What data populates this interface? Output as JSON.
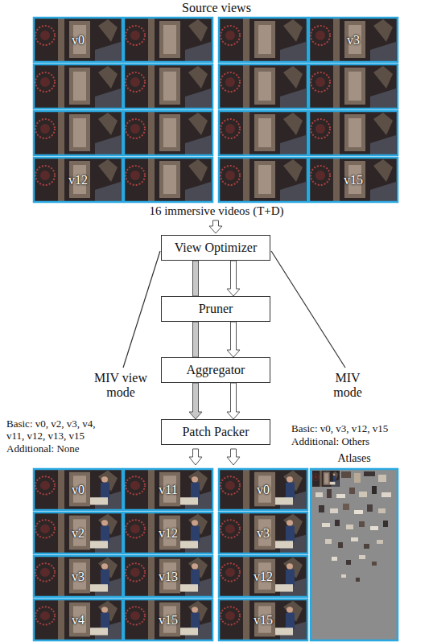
{
  "diagram": {
    "nodes": [
      {
        "text": [
          "v0"
        ]
      },
      {
        "text": [
          "v3"
        ]
      },
      {
        "text": [
          "v12"
        ]
      },
      {
        "text": [
          "v15"
        ]
      },
      {
        "text": [
          "View Optimizer"
        ]
      },
      {
        "text": [
          "Pruner"
        ]
      },
      {
        "text": [
          "Aggregator"
        ]
      },
      {
        "text": [
          "Patch Packer"
        ]
      },
      {
        "text": [
          "v0"
        ]
      },
      {
        "text": [
          "v2"
        ]
      },
      {
        "text": [
          "v3"
        ]
      },
      {
        "text": [
          "v4"
        ]
      },
      {
        "text": [
          "v11"
        ]
      },
      {
        "text": [
          "v12"
        ]
      },
      {
        "text": [
          "v13"
        ]
      },
      {
        "text": [
          "v15"
        ]
      },
      {
        "text": [
          "v0"
        ]
      },
      {
        "text": [
          "v3"
        ]
      },
      {
        "text": [
          "v12"
        ]
      },
      {
        "text": [
          "v15"
        ]
      }
    ],
    "edges": [
      {
        "from": 4,
        "to": 5,
        "arrow": "none"
      },
      {
        "from": 5,
        "to": 6,
        "arrow": "none"
      },
      {
        "from": 6,
        "to": 7,
        "arrow": "to"
      },
      {
        "from": 4,
        "to": 5,
        "arrow": "to"
      },
      {
        "from": 5,
        "to": 6,
        "arrow": "to"
      },
      {
        "from": 6,
        "to": 7,
        "arrow": "to"
      }
    ],
    "labels": [
      "Source views",
      "16 immersive videos (T+D)",
      "MIV view mode",
      "Basic: v0, v2, v3, v4, v11, v12, v13, v15",
      "Additional: None",
      "MIV mode",
      "Basic: v0, v3, v12, v15",
      "Additional: Others",
      "Atlases"
    ]
  }
}
